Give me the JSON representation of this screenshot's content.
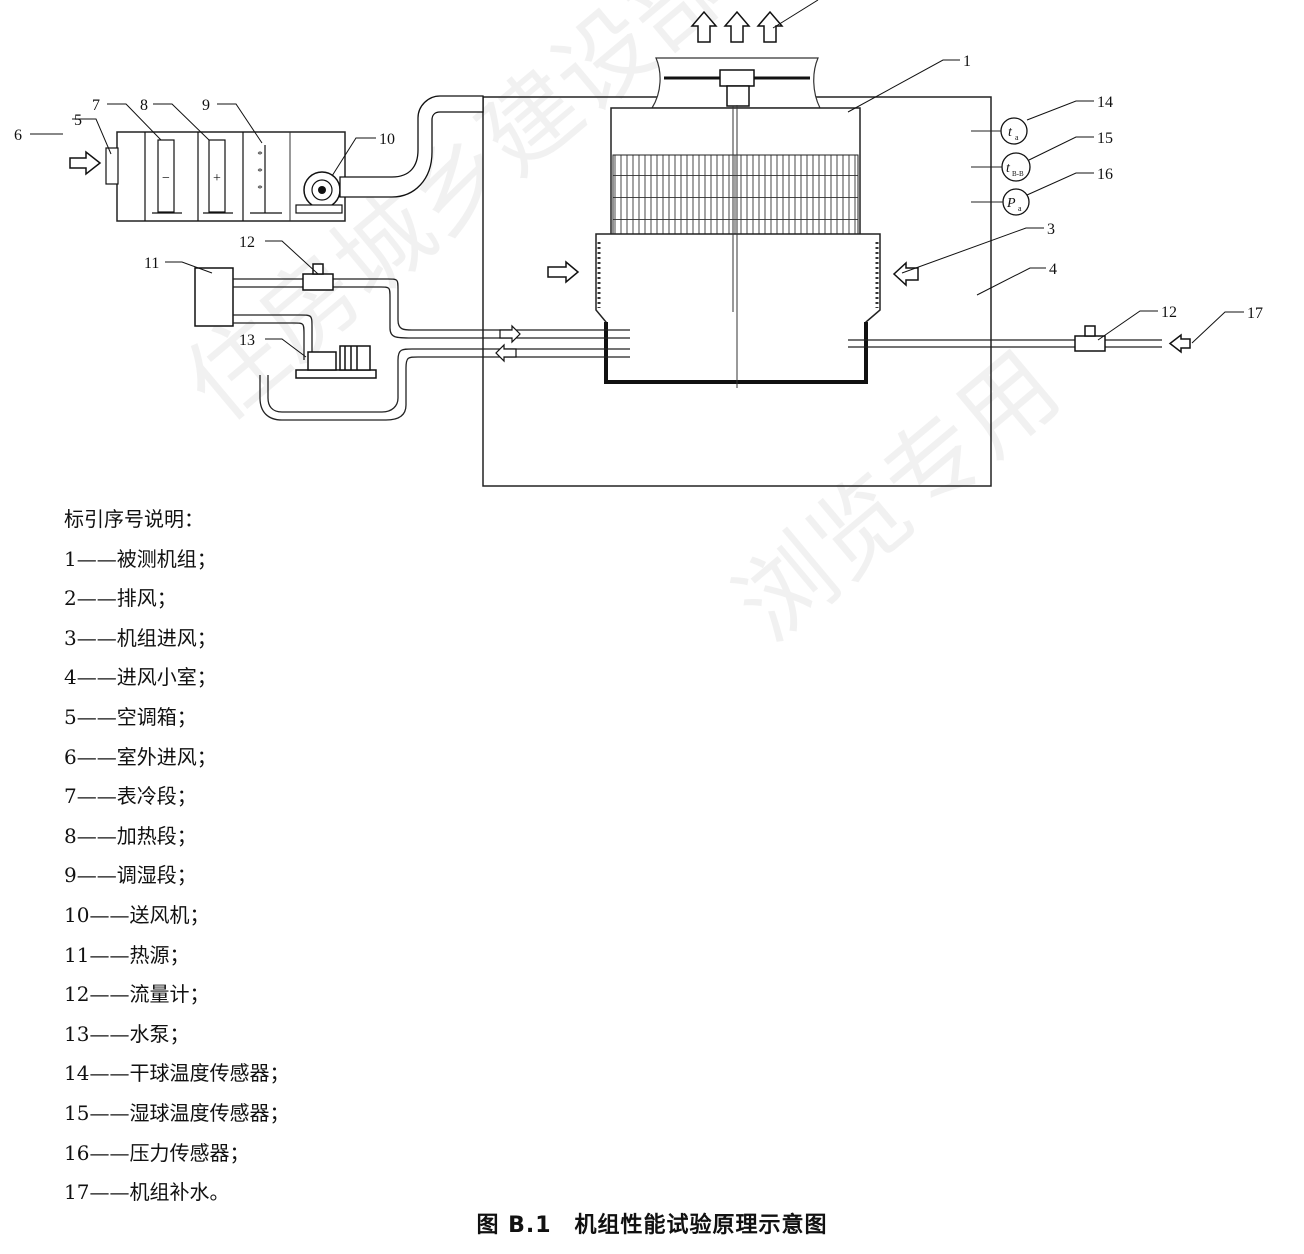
{
  "diagram": {
    "callouts": [
      "1",
      "14",
      "15",
      "16",
      "3",
      "4",
      "12",
      "17",
      "5",
      "6",
      "7",
      "8",
      "9",
      "10",
      "11",
      "12",
      "13"
    ],
    "sensor_symbols": [
      {
        "main": "t",
        "sub": "a"
      },
      {
        "main": "t",
        "sub": "B-B"
      },
      {
        "main": "P",
        "sub": "a"
      }
    ],
    "section_marks": [
      "−",
      "+"
    ]
  },
  "legend": {
    "heading": "标引序号说明：",
    "items": [
      "1——被测机组；",
      "2——排风；",
      "3——机组进风；",
      "4——进风小室；",
      "5——空调箱；",
      "6——室外进风；",
      "7——表冷段；",
      "8——加热段；",
      "9——调湿段；",
      "10——送风机；",
      "11——热源；",
      "12——流量计；",
      "13——水泵；",
      "14——干球温度传感器；",
      "15——湿球温度传感器；",
      "16——压力传感器；",
      "17——机组补水。"
    ]
  },
  "caption": "图 B.1　机组性能试验原理示意图",
  "watermark": [
    "住房城乡建设部信息",
    "浏览专用"
  ]
}
